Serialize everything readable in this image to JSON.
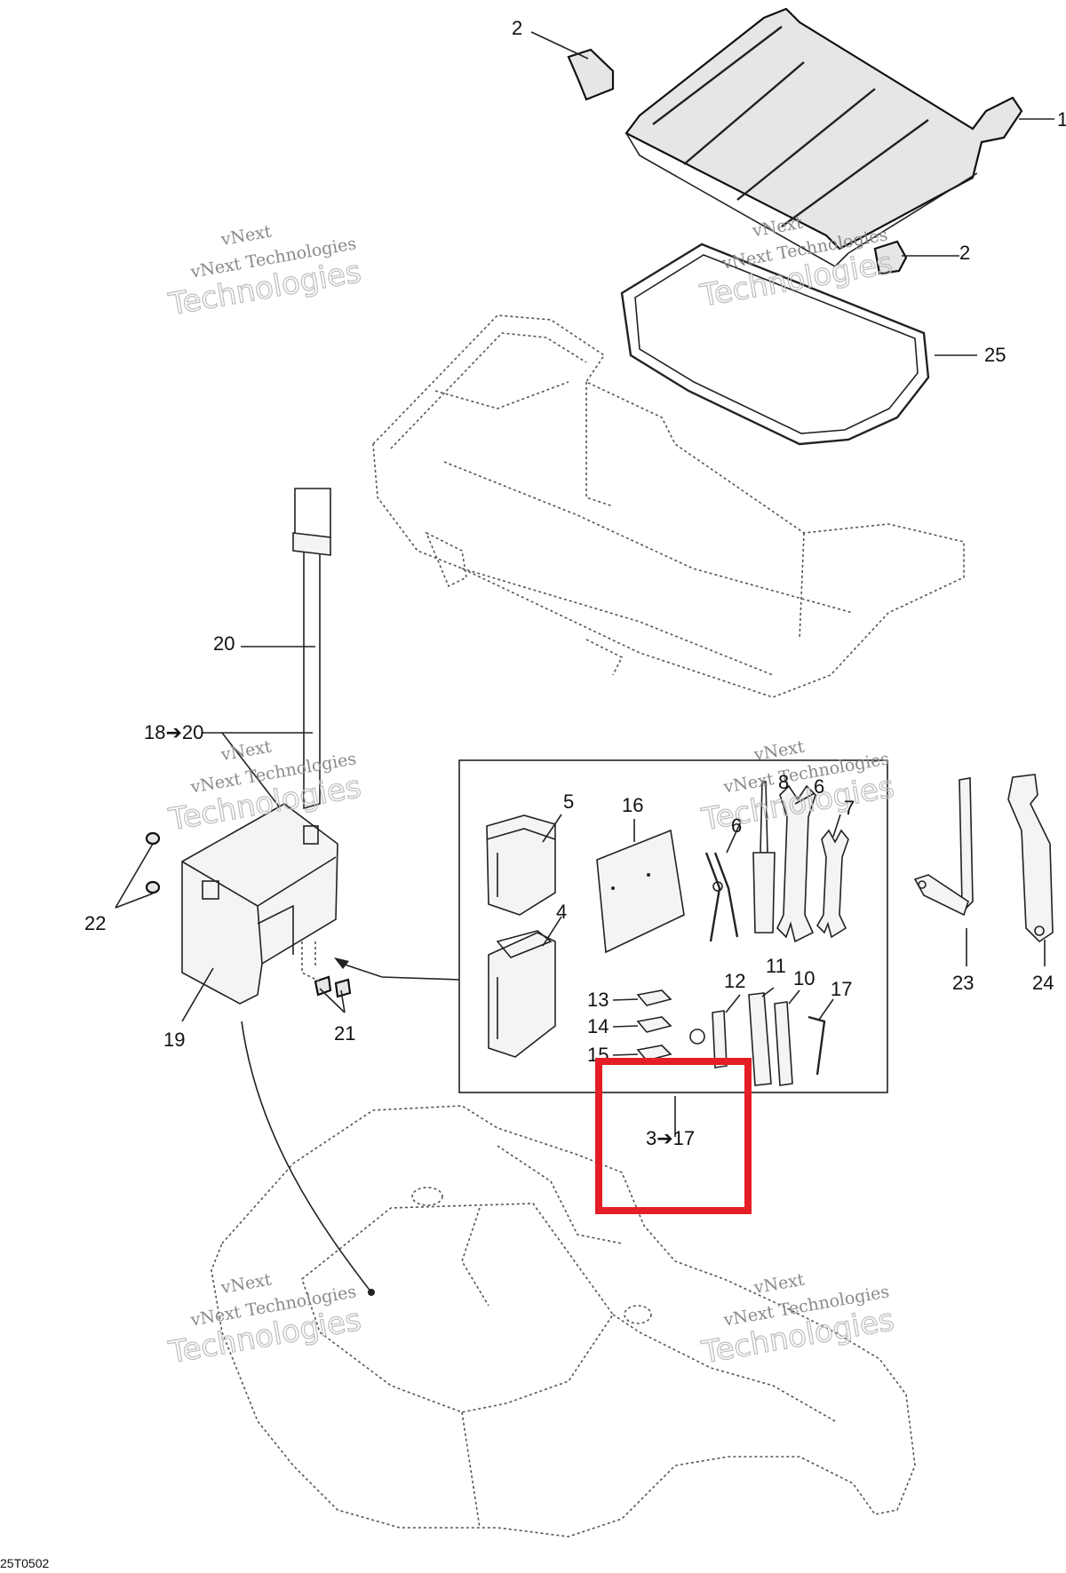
{
  "diagram": {
    "part_labels": [
      {
        "id": "p1",
        "text": "1"
      },
      {
        "id": "p2a",
        "text": "2"
      },
      {
        "id": "p2b",
        "text": "2"
      },
      {
        "id": "p25",
        "text": "25"
      },
      {
        "id": "p20",
        "text": "20"
      },
      {
        "id": "p18",
        "text": "18➔20"
      },
      {
        "id": "p22",
        "text": "22"
      },
      {
        "id": "p19",
        "text": "19"
      },
      {
        "id": "p21",
        "text": "21"
      },
      {
        "id": "p5",
        "text": "5"
      },
      {
        "id": "p4",
        "text": "4"
      },
      {
        "id": "p16",
        "text": "16"
      },
      {
        "id": "p8",
        "text": "8"
      },
      {
        "id": "p6a",
        "text": "6"
      },
      {
        "id": "p6b",
        "text": "6"
      },
      {
        "id": "p7",
        "text": "7"
      },
      {
        "id": "p13",
        "text": "13"
      },
      {
        "id": "p14",
        "text": "14"
      },
      {
        "id": "p15",
        "text": "15"
      },
      {
        "id": "p12",
        "text": "12"
      },
      {
        "id": "p11",
        "text": "11"
      },
      {
        "id": "p10",
        "text": "10"
      },
      {
        "id": "p17",
        "text": "17"
      },
      {
        "id": "p23",
        "text": "23"
      },
      {
        "id": "p24",
        "text": "24"
      },
      {
        "id": "p3",
        "text": "3➔17"
      }
    ],
    "drawing_code": "25T0502",
    "watermark": {
      "line1": "vNext Technologies",
      "line2": "Technologies",
      "line3": "vNext"
    },
    "highlight_color": "#e31e24"
  }
}
